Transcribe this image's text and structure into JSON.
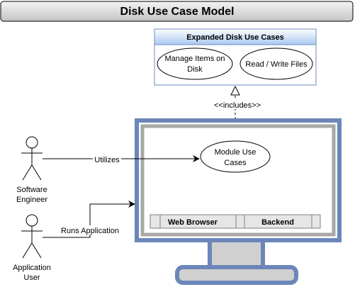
{
  "title": "Disk Use Case Model",
  "expanded_box": {
    "title": "Expanded Disk Use Cases",
    "use_cases": [
      "Manage Items on",
      "Disk",
      "Read / Write Files"
    ]
  },
  "includes_label": "<<includes>>",
  "module_use_case": [
    "Module Use",
    "Cases"
  ],
  "actors": [
    {
      "line1": "Software",
      "line2": "Engineer"
    },
    {
      "line1": "Application",
      "line2": "User"
    }
  ],
  "edges": {
    "utilizes": "Utilizes",
    "runs_application": "Runs Application"
  },
  "monitor_bar": {
    "left": "Web Browser",
    "right": "Backend"
  },
  "colors": {
    "title_header_top": "#f0f0f0",
    "title_header_bottom": "#c8c8c8",
    "box_header_top": "#ffffff",
    "box_header_bottom": "#a9c8f0",
    "box_border": "#6c8ebf",
    "monitor_frame": "#6b86b8",
    "monitor_screen_border": "#a8a8a8",
    "bar_fill": "#e6e6e6"
  }
}
